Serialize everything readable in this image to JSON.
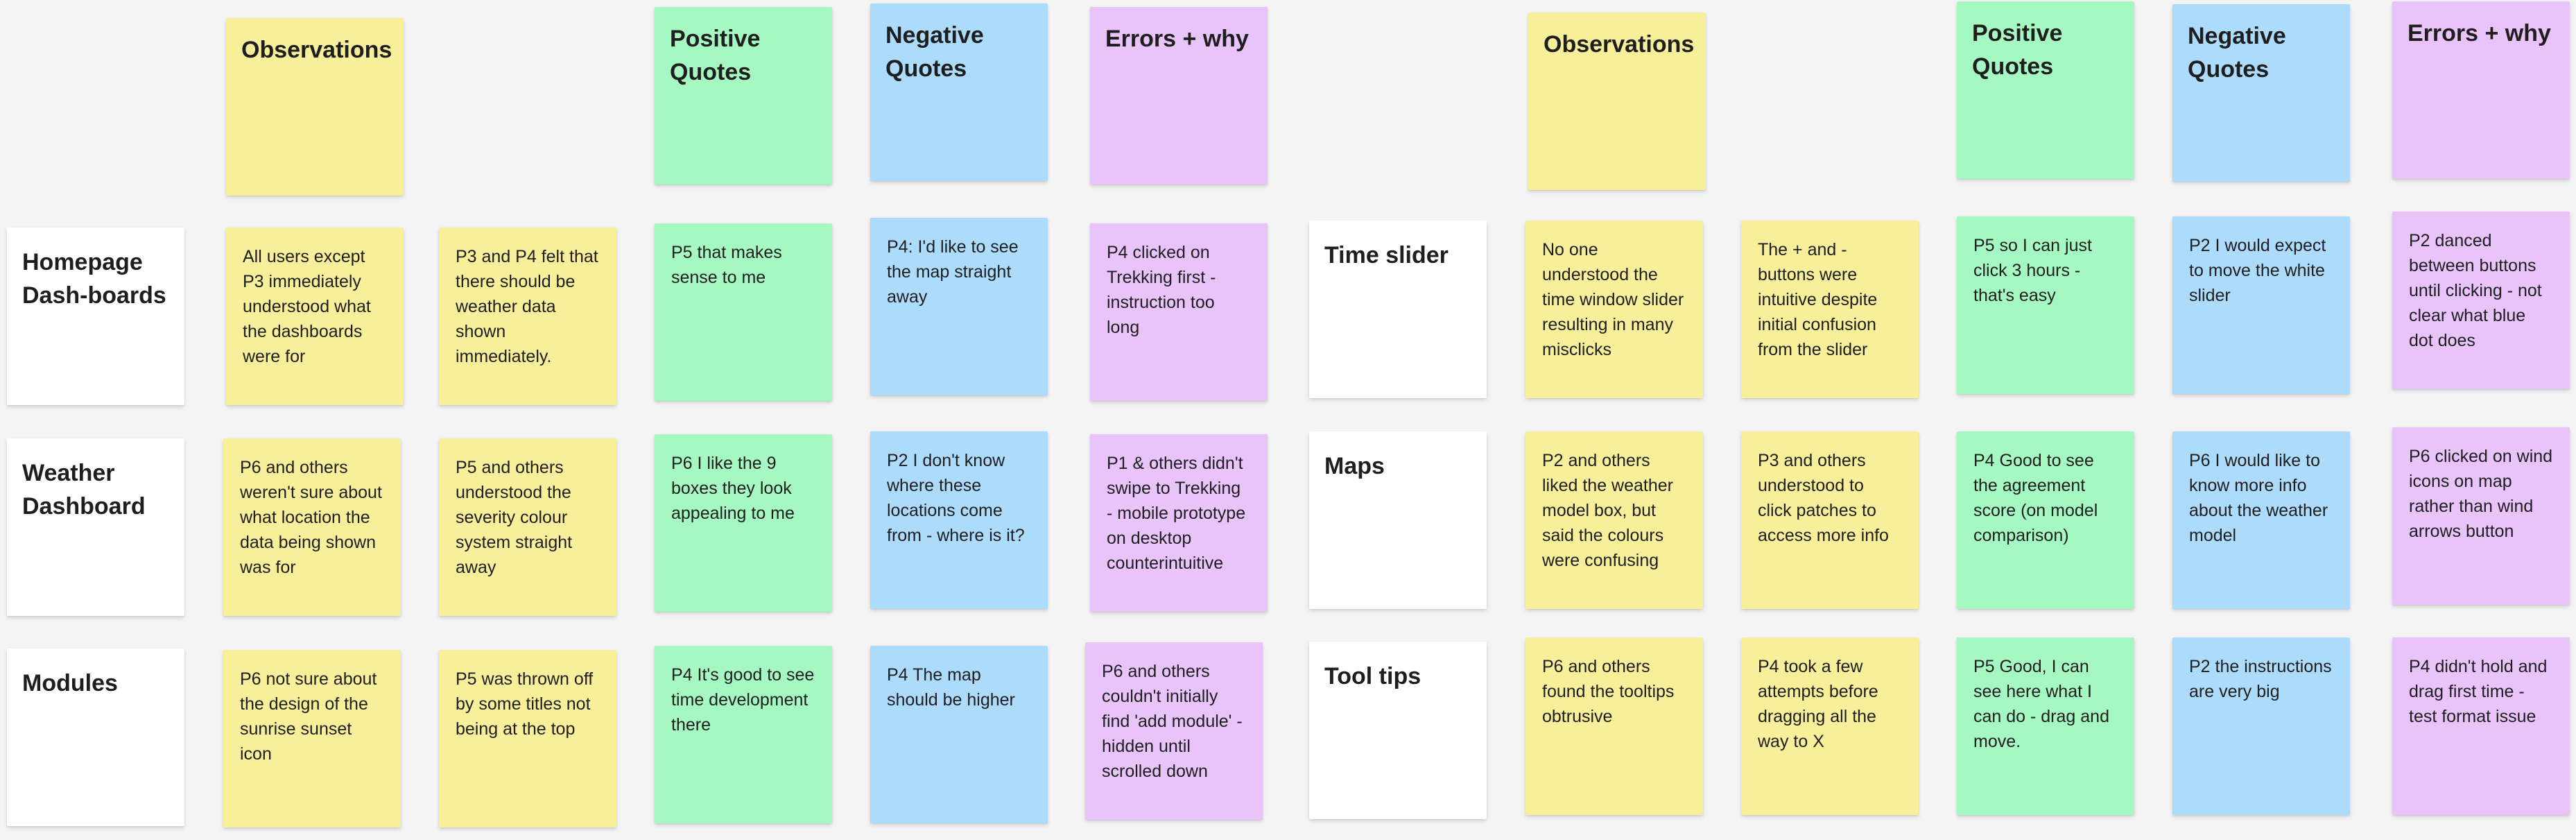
{
  "colors": {
    "canvas": "#f4f4f4",
    "observation": "#f7ef99",
    "positive": "#a5f8c2",
    "negative": "#acdbfb",
    "error": "#e8c4fb",
    "label": "#ffffff"
  },
  "left": {
    "headers": {
      "observations": "Observations",
      "positive": "Positive Quotes",
      "negative": "Negative Quotes",
      "errors": "Errors + why"
    },
    "rows": [
      {
        "label": "Homepage Dash-boards",
        "observation1": "All users except P3 immediately understood what the dashboards were for",
        "observation2": "P3 and P4 felt that there should be weather data shown immediately.",
        "positive": "P5 that makes sense to me",
        "negative": "P4: I'd like to see the map straight away",
        "error": "P4 clicked on Trekking first - instruction too long"
      },
      {
        "label": "Weather Dashboard",
        "observation1": "P6 and others weren't sure about what location the data being shown was for",
        "observation2": "P5 and others understood the severity colour system straight away",
        "positive": "P6 I like the 9 boxes they look appealing to me",
        "negative": "P2 I don't know where these locations come from - where is it?",
        "error": "P1 & others didn't swipe to Trekking - mobile prototype on desktop counterintuitive"
      },
      {
        "label": "Modules",
        "observation1": "P6 not sure about the design of the sunrise sunset icon",
        "observation2": "P5 was thrown off by some titles not being at the top",
        "positive": "P4 It's good to see time development there",
        "negative": "P4 The map should be higher",
        "error": "P6 and others couldn't initially find 'add module' - hidden until scrolled down"
      }
    ]
  },
  "right": {
    "headers": {
      "observations": "Observations",
      "positive": "Positive Quotes",
      "negative": "Negative Quotes",
      "errors": "Errors + why"
    },
    "rows": [
      {
        "label": "Time slider",
        "observation1": "No one understood the time window slider resulting in many misclicks",
        "observation2": "The + and - buttons were intuitive despite initial confusion from the slider",
        "positive": "P5 so I can just click 3 hours - that's easy",
        "negative": "P2 I would expect to move the white slider",
        "error": "P2 danced between buttons until clicking - not clear what blue dot does"
      },
      {
        "label": "Maps",
        "observation1": "P2 and others liked the weather model box, but said the colours were confusing",
        "observation2": "P3 and others understood to click patches to access more info",
        "positive": "P4 Good to see the agreement score (on model comparison)",
        "negative": "P6 I would like to know more info about the weather model",
        "error": "P6 clicked on wind icons on map rather than wind arrows button"
      },
      {
        "label": "Tool tips",
        "observation1": "P6 and others found the tooltips obtrusive",
        "observation2": "P4 took a few attempts before dragging all the way to X",
        "positive": "P5 Good, I can see here what I can do - drag and move.",
        "negative": "P2  the instructions are very big",
        "error": "P4 didn't hold and drag first time - test format issue"
      }
    ]
  }
}
